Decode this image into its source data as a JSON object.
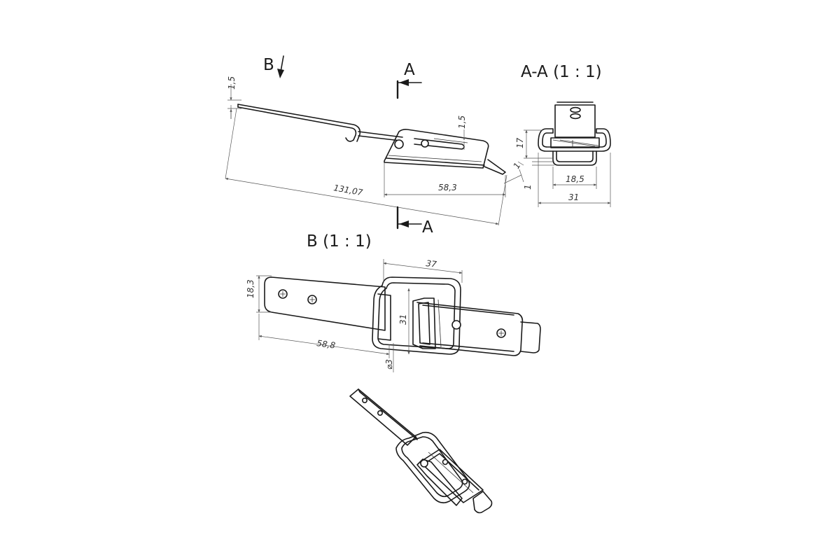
{
  "labels": {
    "view_b_marker": "B",
    "section_mark_top": "A",
    "section_mark_bottom": "A",
    "section_title": "A-A (1 : 1)",
    "view_b_title": "B (1 : 1)"
  },
  "dimensions": {
    "side_thickness": "1,5",
    "side_thickness_2": "1,5",
    "overall_length": "131,07",
    "base_length": "58,3",
    "tip_1": "1",
    "tip_2": "1",
    "section_height": "17",
    "section_inner_width": "18,5",
    "section_width": "31",
    "plan_width": "18,3",
    "plan_frame_width": "37",
    "plan_frame_height": "31",
    "plan_offset": "58,8",
    "hole_diameter": "⌀3"
  }
}
